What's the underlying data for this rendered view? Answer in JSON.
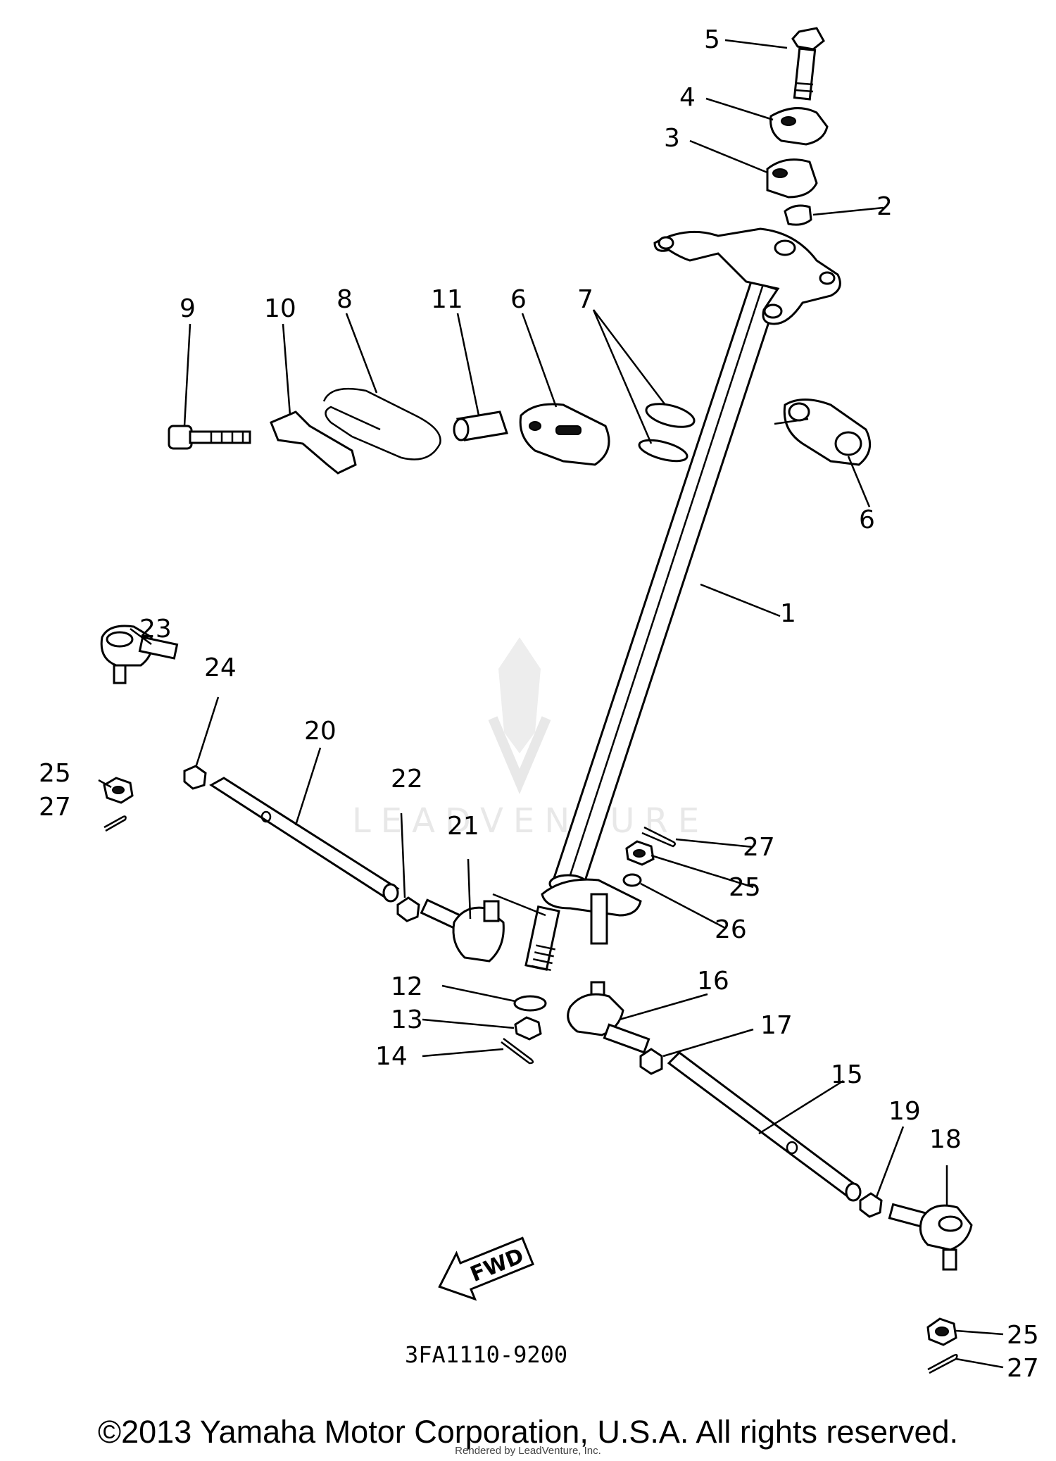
{
  "diagram": {
    "callouts": [
      {
        "id": "c5",
        "text": "5"
      },
      {
        "id": "c4",
        "text": "4"
      },
      {
        "id": "c3",
        "text": "3"
      },
      {
        "id": "c2",
        "text": "2"
      },
      {
        "id": "c9",
        "text": "9"
      },
      {
        "id": "c10",
        "text": "10"
      },
      {
        "id": "c8",
        "text": "8"
      },
      {
        "id": "c11",
        "text": "11"
      },
      {
        "id": "c6a",
        "text": "6"
      },
      {
        "id": "c7",
        "text": "7"
      },
      {
        "id": "c6b",
        "text": "6"
      },
      {
        "id": "c1",
        "text": "1"
      },
      {
        "id": "c23",
        "text": "23"
      },
      {
        "id": "c24",
        "text": "24"
      },
      {
        "id": "c20",
        "text": "20"
      },
      {
        "id": "c25a",
        "text": "25"
      },
      {
        "id": "c27a",
        "text": "27"
      },
      {
        "id": "c22",
        "text": "22"
      },
      {
        "id": "c21",
        "text": "21"
      },
      {
        "id": "c27b",
        "text": "27"
      },
      {
        "id": "c25b",
        "text": "25"
      },
      {
        "id": "c26",
        "text": "26"
      },
      {
        "id": "c12",
        "text": "12"
      },
      {
        "id": "c13",
        "text": "13"
      },
      {
        "id": "c14",
        "text": "14"
      },
      {
        "id": "c16",
        "text": "16"
      },
      {
        "id": "c17",
        "text": "17"
      },
      {
        "id": "c15",
        "text": "15"
      },
      {
        "id": "c19",
        "text": "19"
      },
      {
        "id": "c18",
        "text": "18"
      },
      {
        "id": "c25c",
        "text": "25"
      },
      {
        "id": "c27c",
        "text": "27"
      }
    ],
    "fwd_label": "FWD",
    "part_code": "3FA1110-9200",
    "watermark_text": "LEADVENTURE"
  },
  "footer": {
    "copyright": "©2013 Yamaha Motor Corporation, U.S.A. All rights reserved.",
    "credit": "Rendered by LeadVenture, Inc."
  }
}
